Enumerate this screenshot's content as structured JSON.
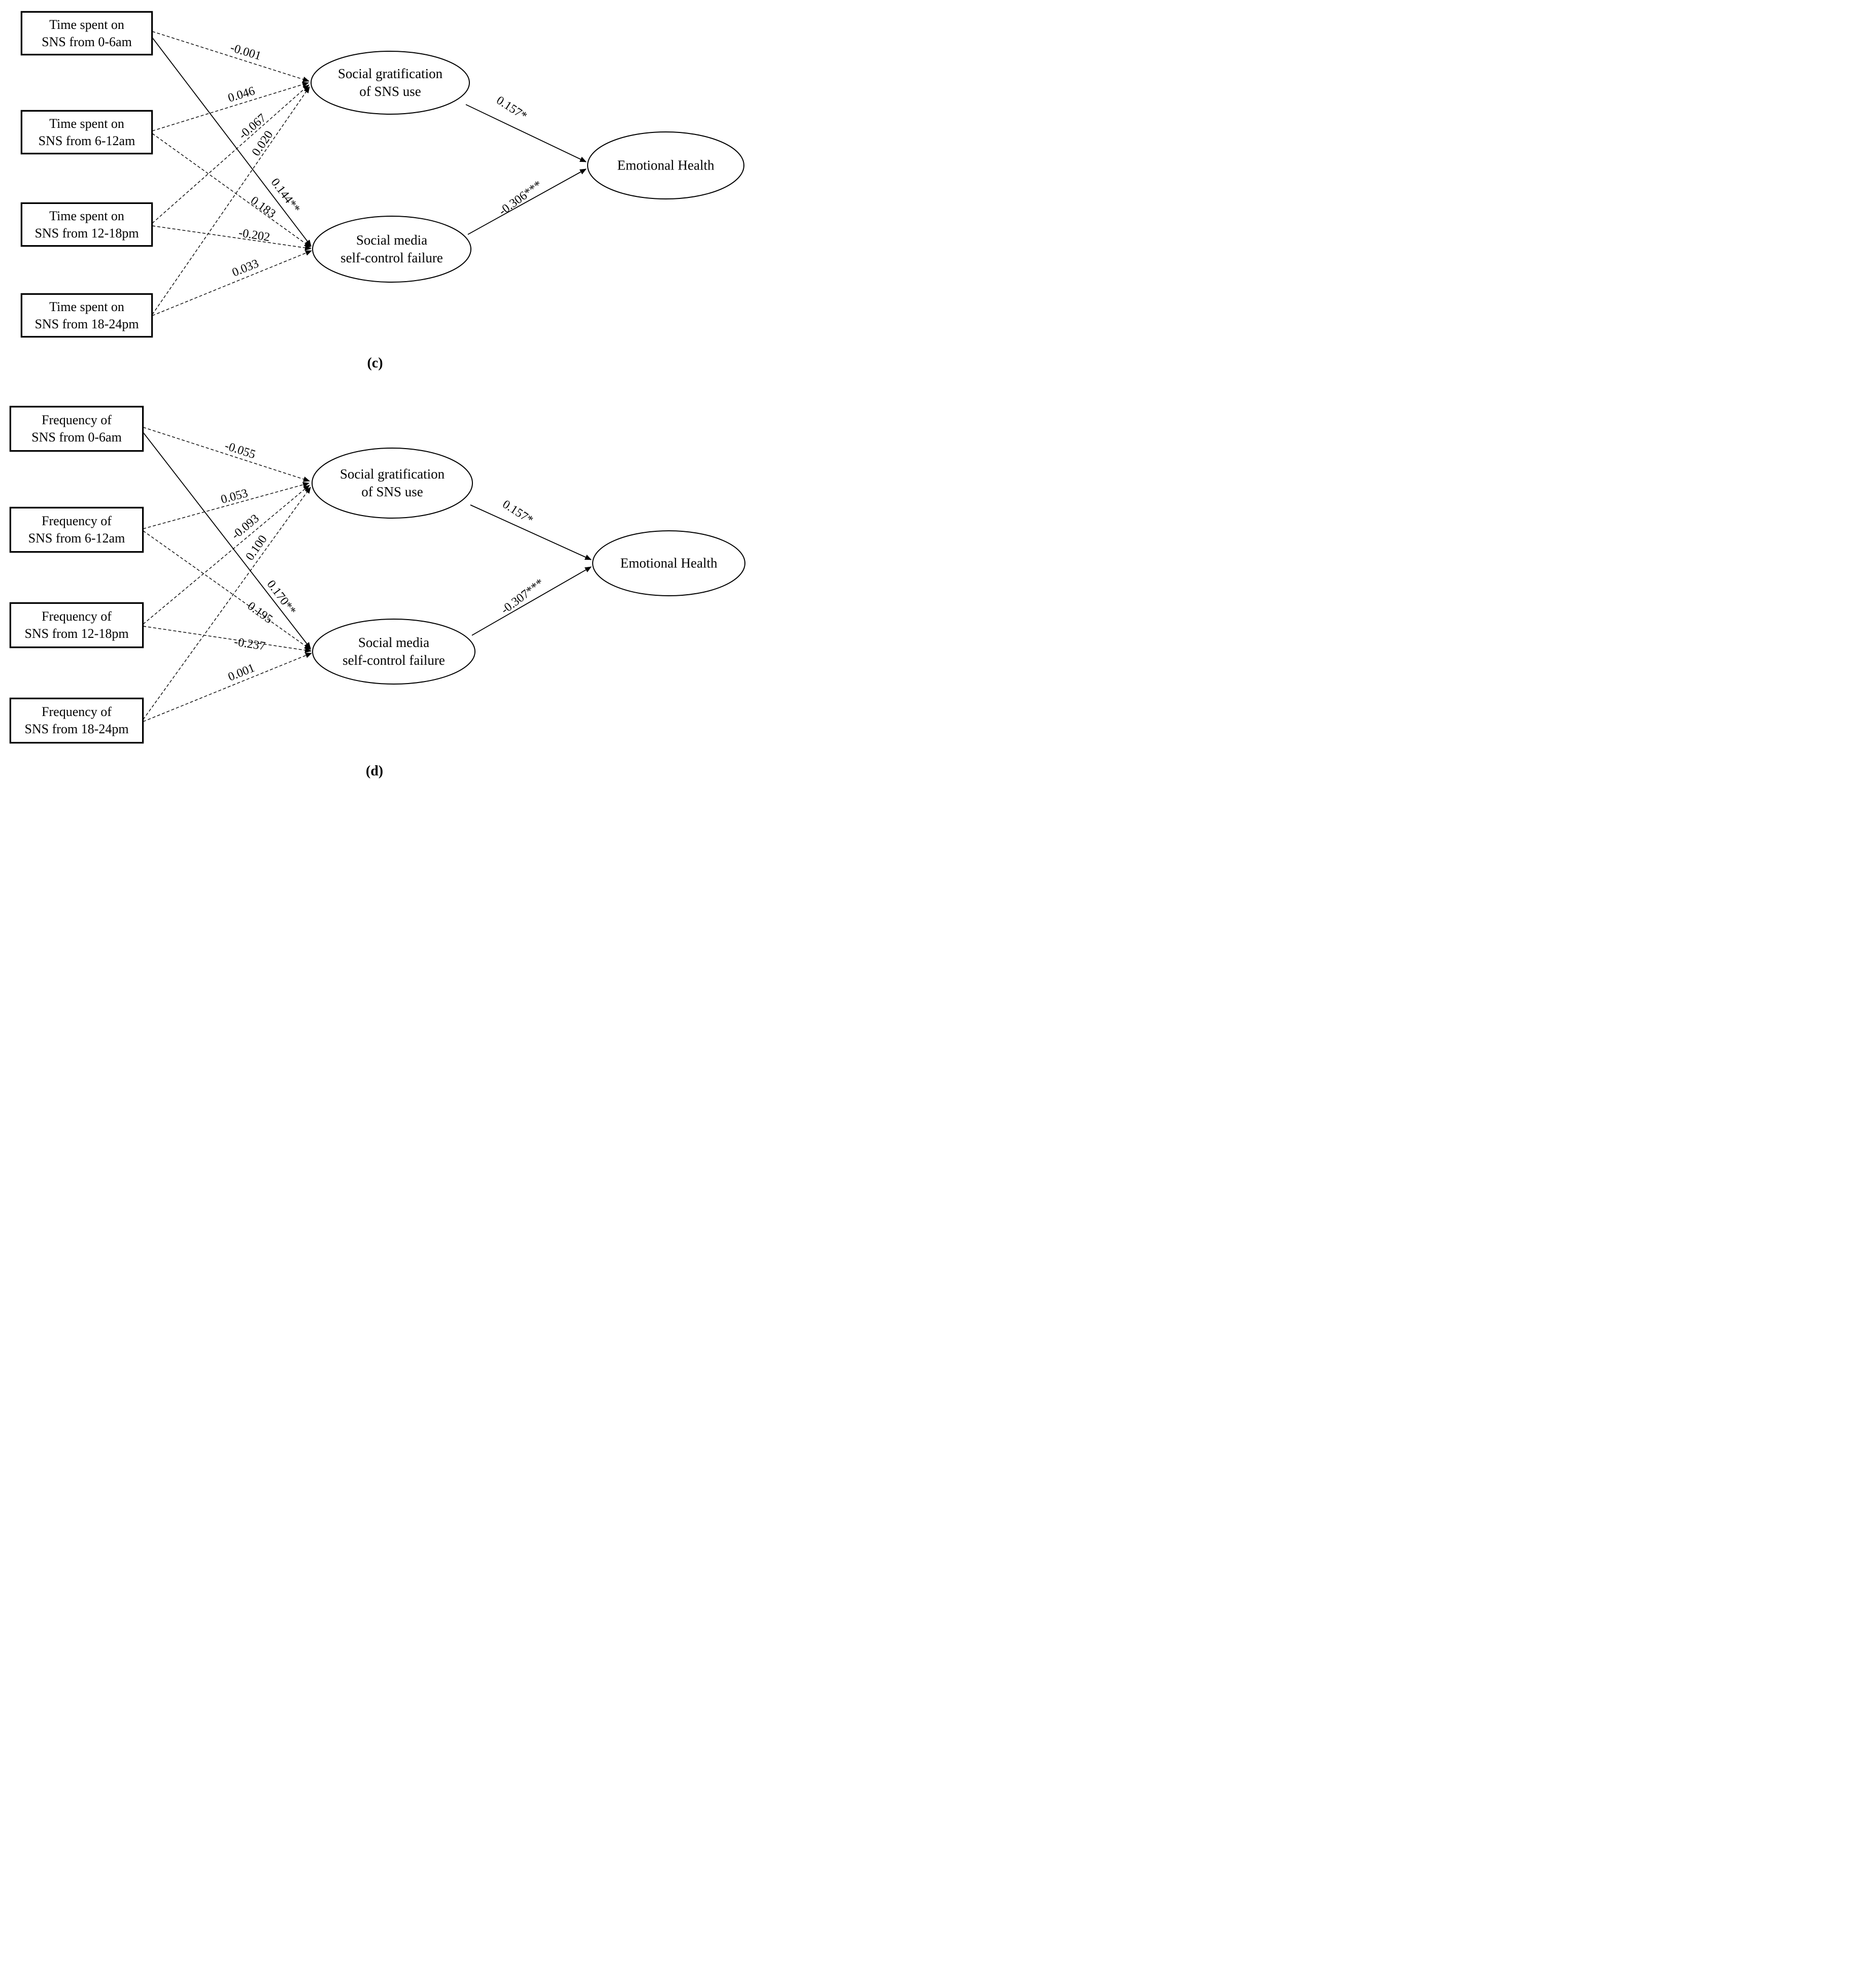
{
  "colors": {
    "ink": "#000000",
    "background": "#ffffff"
  },
  "figure": {
    "diagrams": [
      {
        "caption": "(c)",
        "predictors": [
          {
            "line1": "Time spent on",
            "line2": "SNS from 0-6am"
          },
          {
            "line1": "Time spent on",
            "line2": "SNS from 6-12am"
          },
          {
            "line1": "Time spent on",
            "line2": "SNS from 12-18pm"
          },
          {
            "line1": "Time spent on",
            "line2": "SNS from 18-24pm"
          }
        ],
        "mediators": [
          {
            "line1": "Social gratification",
            "line2": "of SNS use"
          },
          {
            "line1": "Social media",
            "line2": "self-control failure"
          }
        ],
        "outcome": "Emotional Health",
        "coef_to_gratification": [
          "-0.001",
          "0.046",
          "-0.067",
          "0.020"
        ],
        "coef_to_selfcontrol": [
          "0.144**",
          "0.183",
          "-0.202",
          "0.033"
        ],
        "coef_gratification_to_outcome": "0.157*",
        "coef_selfcontrol_to_outcome": "-0.306***",
        "solid_paths": [
          "predictor1->selfcontrol",
          "gratification->outcome",
          "selfcontrol->outcome"
        ]
      },
      {
        "caption": "(d)",
        "predictors": [
          {
            "line1": "Frequency of",
            "line2": "SNS from 0-6am"
          },
          {
            "line1": "Frequency of",
            "line2": "SNS from 6-12am"
          },
          {
            "line1": "Frequency of",
            "line2": "SNS from 12-18pm"
          },
          {
            "line1": "Frequency of",
            "line2": "SNS from 18-24pm"
          }
        ],
        "mediators": [
          {
            "line1": "Social gratification",
            "line2": "of SNS use"
          },
          {
            "line1": "Social media",
            "line2": "self-control failure"
          }
        ],
        "outcome": "Emotional Health",
        "coef_to_gratification": [
          "-0.055",
          "0.053",
          "-0.093",
          "0.100"
        ],
        "coef_to_selfcontrol": [
          "0.170**",
          "0.195",
          "-0.237",
          "0.001"
        ],
        "coef_gratification_to_outcome": "0.157*",
        "coef_selfcontrol_to_outcome": "-0.307***",
        "solid_paths": [
          "predictor1->selfcontrol",
          "gratification->outcome",
          "selfcontrol->outcome"
        ]
      }
    ]
  }
}
